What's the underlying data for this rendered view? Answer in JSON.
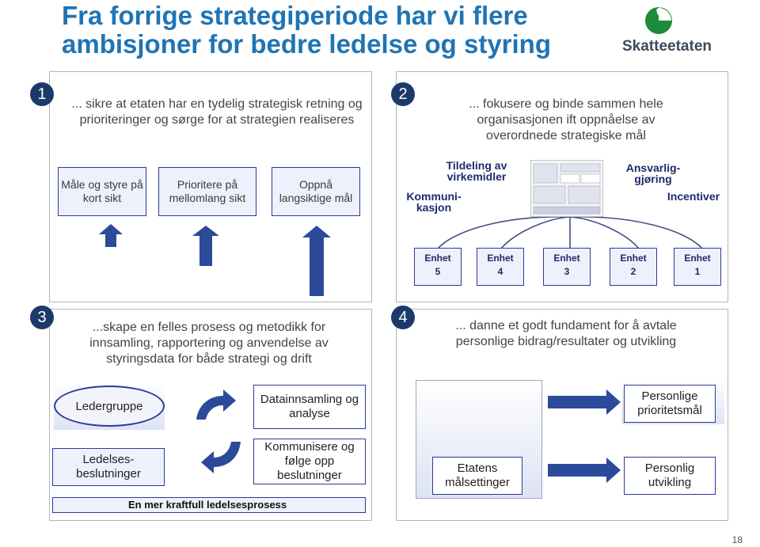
{
  "slide": {
    "title": "Fra forrige strategiperiode har vi flere ambisjoner for bedre ledelse og styring",
    "logo_text": "Skatteetaten",
    "page_number": "18"
  },
  "q1": {
    "number": "1",
    "text": "... sikre at etaten har en tydelig strategisk retning og prioriteringer og sørge for at strategien realiseres",
    "boxes": [
      "Måle og styre på kort sikt",
      "Prioritere på mellomlang sikt",
      "Oppnå langsiktige mål"
    ]
  },
  "q2": {
    "number": "2",
    "text": "... fokusere og binde sammen hele organisasjonen ift oppnåelse av overordnede strategiske mål",
    "labels": {
      "tildeling": "Tildeling av virkemidler",
      "ansvarlig": "Ansvarlig-gjøring",
      "kommunikasjon": "Kommuni-kasjon",
      "incentiver": "Incentiver"
    },
    "units": [
      {
        "name": "Enhet",
        "num": "5"
      },
      {
        "name": "Enhet",
        "num": "4"
      },
      {
        "name": "Enhet",
        "num": "3"
      },
      {
        "name": "Enhet",
        "num": "2"
      },
      {
        "name": "Enhet",
        "num": "1"
      }
    ]
  },
  "q3": {
    "number": "3",
    "text": "...skape en felles prosess og metodikk for innsamling, rapportering og anvendelse av styringsdata for både strategi og drift",
    "ledergruppe": "Ledergruppe",
    "datainnsamling": "Datainnsamling og analyse",
    "ledelsesbeslutninger": "Ledelses-beslutninger",
    "kommunisere": "Kommunisere og følge opp beslutninger",
    "footer": "En mer kraftfull ledelsesprosess"
  },
  "q4": {
    "number": "4",
    "text": "... danne et godt fundament for å avtale personlige bidrag/resultater og utvikling",
    "personlige_prioritetsmal": "Personlige prioritetsmål",
    "etatens_malsettinger": "Etatens målsettinger",
    "personlig_utvikling": "Personlig utvikling"
  },
  "colors": {
    "title": "#1f74b4",
    "badge": "#1b3a6b",
    "accent": "#2b3b9a",
    "logo": "#1e8a3a"
  }
}
